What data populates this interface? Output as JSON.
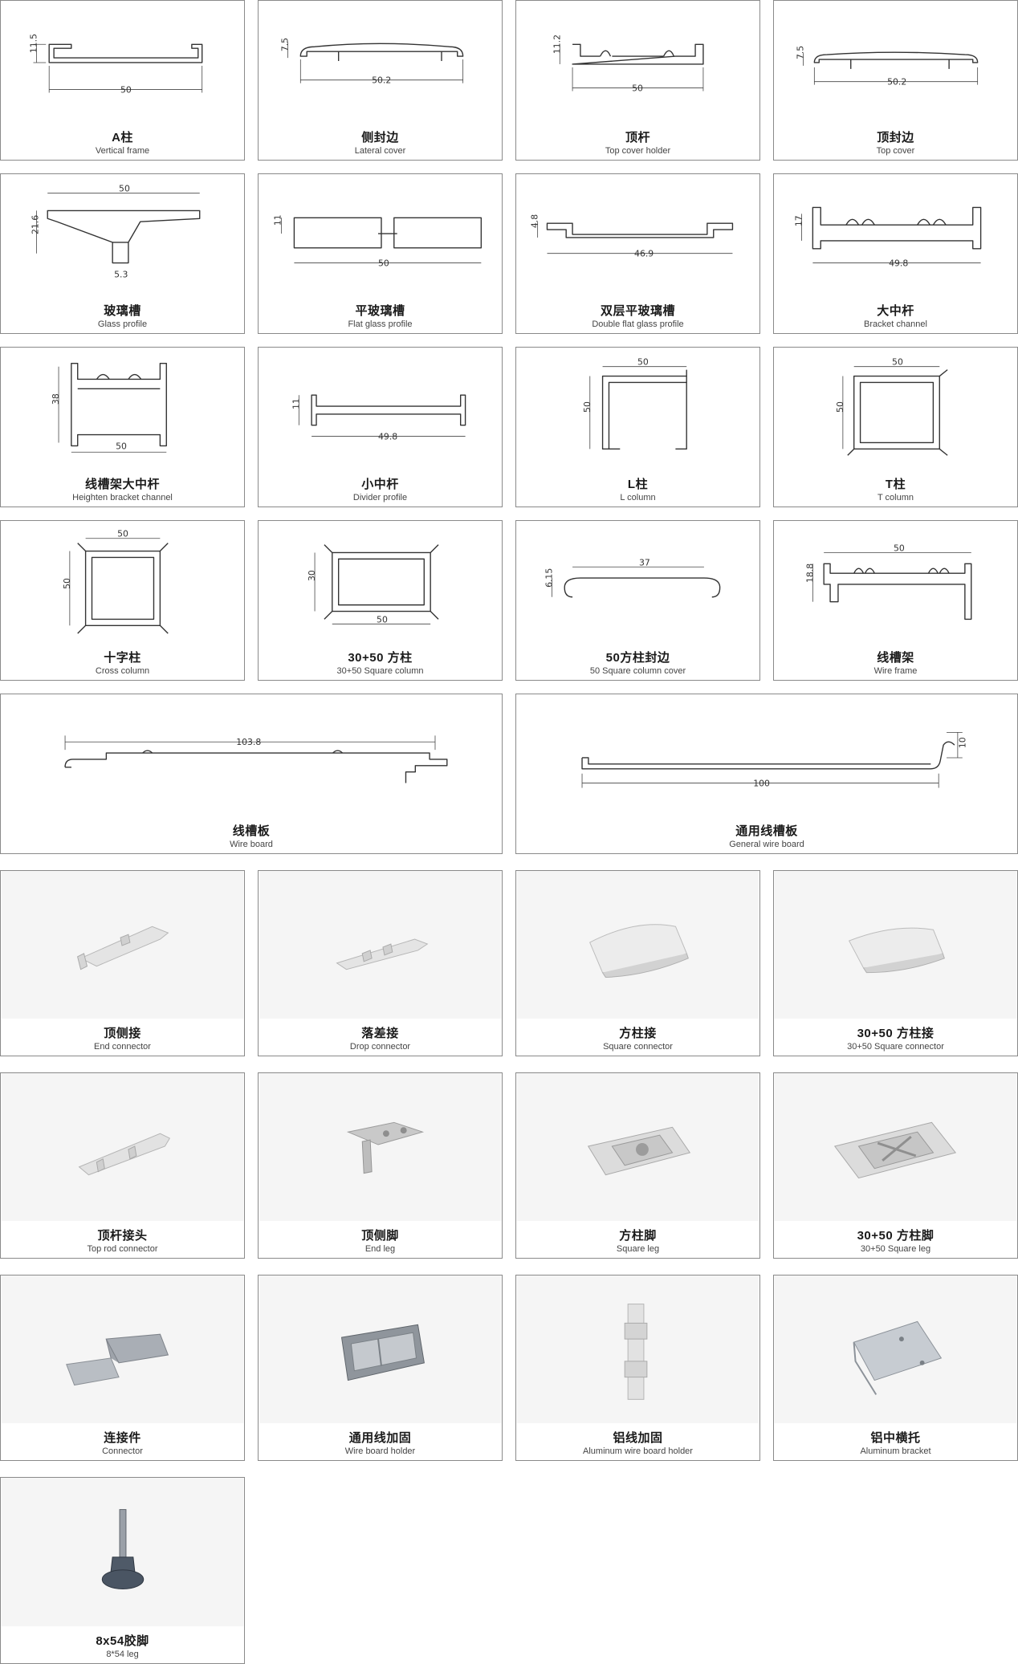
{
  "items": [
    {
      "cn": "A柱",
      "en": "Vertical frame",
      "dims": [
        "11.5",
        "50"
      ]
    },
    {
      "cn": "侧封边",
      "en": "Lateral cover",
      "dims": [
        "7.5",
        "50.2"
      ]
    },
    {
      "cn": "顶杆",
      "en": "Top cover holder",
      "dims": [
        "11.2",
        "50"
      ]
    },
    {
      "cn": "顶封边",
      "en": "Top cover",
      "dims": [
        "7.5",
        "50.2"
      ]
    },
    {
      "cn": "玻璃槽",
      "en": "Glass profile",
      "dims": [
        "50",
        "21.6",
        "5.3"
      ]
    },
    {
      "cn": "平玻璃槽",
      "en": "Flat glass profile",
      "dims": [
        "11",
        "50"
      ]
    },
    {
      "cn": "双层平玻璃槽",
      "en": "Double flat glass profile",
      "dims": [
        "4.8",
        "46.9"
      ]
    },
    {
      "cn": "大中杆",
      "en": "Bracket channel",
      "dims": [
        "17",
        "49.8"
      ]
    },
    {
      "cn": "线槽架大中杆",
      "en": "Heighten bracket channel",
      "dims": [
        "38",
        "50"
      ]
    },
    {
      "cn": "小中杆",
      "en": "Divider profile",
      "dims": [
        "11",
        "49.8"
      ]
    },
    {
      "cn": "L柱",
      "en": "L column",
      "dims": [
        "50",
        "50"
      ]
    },
    {
      "cn": "T柱",
      "en": "T column",
      "dims": [
        "50",
        "50"
      ]
    },
    {
      "cn": "十字柱",
      "en": "Cross  column",
      "dims": [
        "50",
        "50"
      ]
    },
    {
      "cn": "30+50 方柱",
      "en": "30+50 Square column",
      "dims": [
        "30",
        "50"
      ]
    },
    {
      "cn": "50方柱封边",
      "en": "50 Square column cover",
      "dims": [
        "37",
        "6.15"
      ]
    },
    {
      "cn": "线槽架",
      "en": "Wire frame",
      "dims": [
        "50",
        "18.8"
      ]
    },
    {
      "cn": "线槽板",
      "en": "Wire board",
      "dims": [
        "103.8"
      ]
    },
    {
      "cn": "通用线槽板",
      "en": "General wire board",
      "dims": [
        "10",
        "100"
      ]
    },
    {
      "cn": "顶侧接",
      "en": "End connector"
    },
    {
      "cn": "落差接",
      "en": "Drop connector"
    },
    {
      "cn": "方柱接",
      "en": "Square connector"
    },
    {
      "cn": "30+50 方柱接",
      "en": "30+50 Square connector"
    },
    {
      "cn": "顶杆接头",
      "en": "Top rod connector"
    },
    {
      "cn": "顶侧脚",
      "en": "End leg"
    },
    {
      "cn": "方柱脚",
      "en": "Square leg"
    },
    {
      "cn": "30+50 方柱脚",
      "en": "30+50 Square leg"
    },
    {
      "cn": "连接件",
      "en": "Connector"
    },
    {
      "cn": "通用线加固",
      "en": "Wire board holder"
    },
    {
      "cn": "铝线加固",
      "en": "Aluminum wire board holder"
    },
    {
      "cn": "铝中横托",
      "en": "Aluminum bracket"
    },
    {
      "cn": "8x54胶脚",
      "en": "8*54 leg"
    }
  ]
}
